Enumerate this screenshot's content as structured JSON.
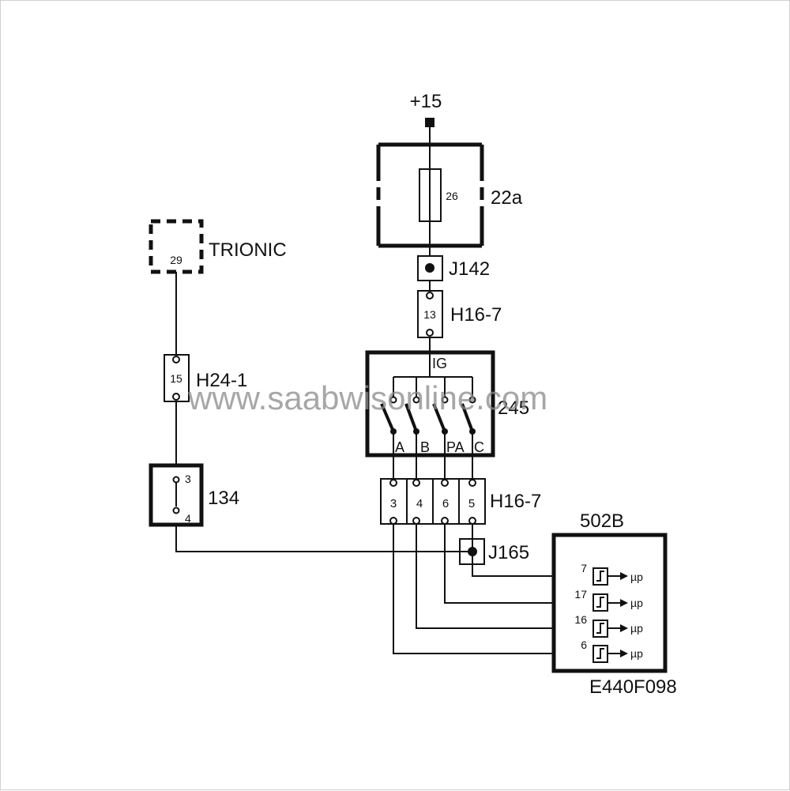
{
  "supply": {
    "label": "+15"
  },
  "fuse_box": {
    "ref": "22a",
    "fuse_number": "26"
  },
  "j142": {
    "label": "J142"
  },
  "h16_upper": {
    "label": "H16-7",
    "pin": "13"
  },
  "trionic": {
    "label": "TRIONIC",
    "pin": "29"
  },
  "h24": {
    "label": "H24-1",
    "pin": "15"
  },
  "ignition_switch": {
    "ref": "245",
    "input_label": "IG",
    "contacts": [
      "A",
      "B",
      "PA",
      "C"
    ]
  },
  "switch_134": {
    "ref": "134",
    "pins": [
      "3",
      "4"
    ]
  },
  "h16_lower": {
    "label": "H16-7",
    "pins": [
      "3",
      "4",
      "6",
      "5"
    ]
  },
  "j165": {
    "label": "J165"
  },
  "ecu": {
    "ref": "502B",
    "inputs": [
      {
        "pin": "7",
        "output": "µp"
      },
      {
        "pin": "17",
        "output": "µp"
      },
      {
        "pin": "16",
        "output": "µp"
      },
      {
        "pin": "6",
        "output": "µp"
      }
    ]
  },
  "figure_code": "E440F098",
  "watermark": "www.saabwisonline.com"
}
